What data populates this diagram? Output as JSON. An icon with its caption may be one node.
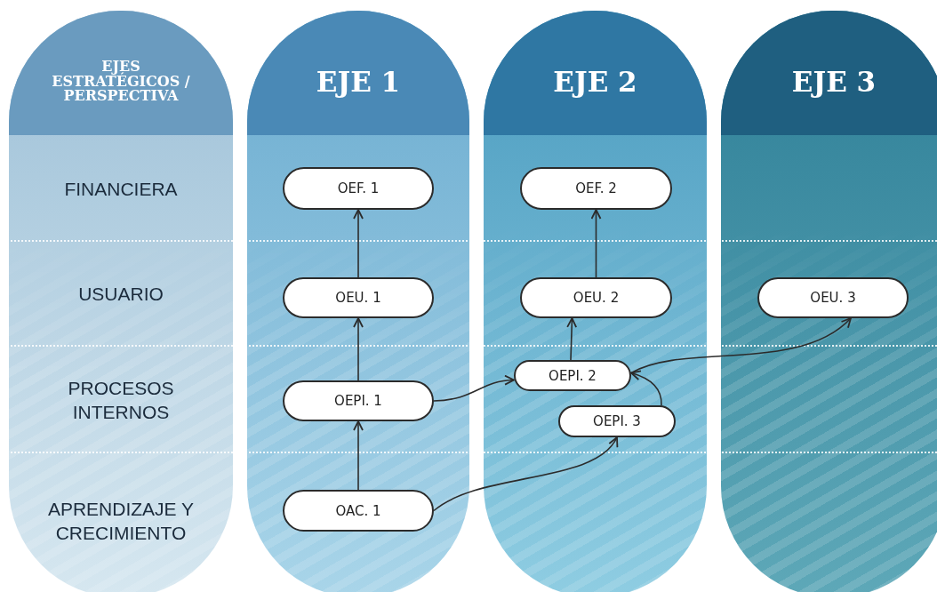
{
  "diagram": {
    "nodes": [
      {
        "text": [
          "EJES ESTRATÉGICOS / PERSPECTIVA",
          "FINANCIERA",
          "USUARIO",
          "PROCESOS INTERNOS",
          "APRENDIZAJE Y CRECIMIENTO"
        ]
      },
      {
        "text": [
          "EJE 1"
        ]
      },
      {
        "text": [
          "OEF. 1"
        ],
        "in": 1
      },
      {
        "text": [
          "OEU. 1"
        ],
        "in": 1
      },
      {
        "text": [
          "OEPI. 1"
        ],
        "in": 1
      },
      {
        "text": [
          "OAC. 1"
        ],
        "in": 1
      },
      {
        "text": [
          "EJE 2"
        ]
      },
      {
        "text": [
          "OEF. 2"
        ],
        "in": 6
      },
      {
        "text": [
          "OEU. 2"
        ],
        "in": 6
      },
      {
        "text": [
          "OEPI. 2"
        ],
        "in": 6
      },
      {
        "text": [
          "OEPI. 3"
        ],
        "in": 6
      },
      {
        "text": [
          "EJE 3"
        ]
      },
      {
        "text": [
          "OEU. 3"
        ],
        "in": 11
      }
    ],
    "edges": [
      {
        "from": 3,
        "to": 2,
        "arrow": "to"
      },
      {
        "from": 4,
        "to": 3,
        "arrow": "to"
      },
      {
        "from": 5,
        "to": 4,
        "arrow": "to"
      },
      {
        "from": 4,
        "to": 9,
        "arrow": "to"
      },
      {
        "from": 5,
        "to": 10,
        "arrow": "to"
      },
      {
        "from": 9,
        "to": 8,
        "arrow": "to"
      },
      {
        "from": 8,
        "to": 7,
        "arrow": "to"
      },
      {
        "from": 10,
        "to": 9,
        "arrow": "to"
      },
      {
        "from": 9,
        "to": 12,
        "arrow": "to"
      }
    ]
  }
}
